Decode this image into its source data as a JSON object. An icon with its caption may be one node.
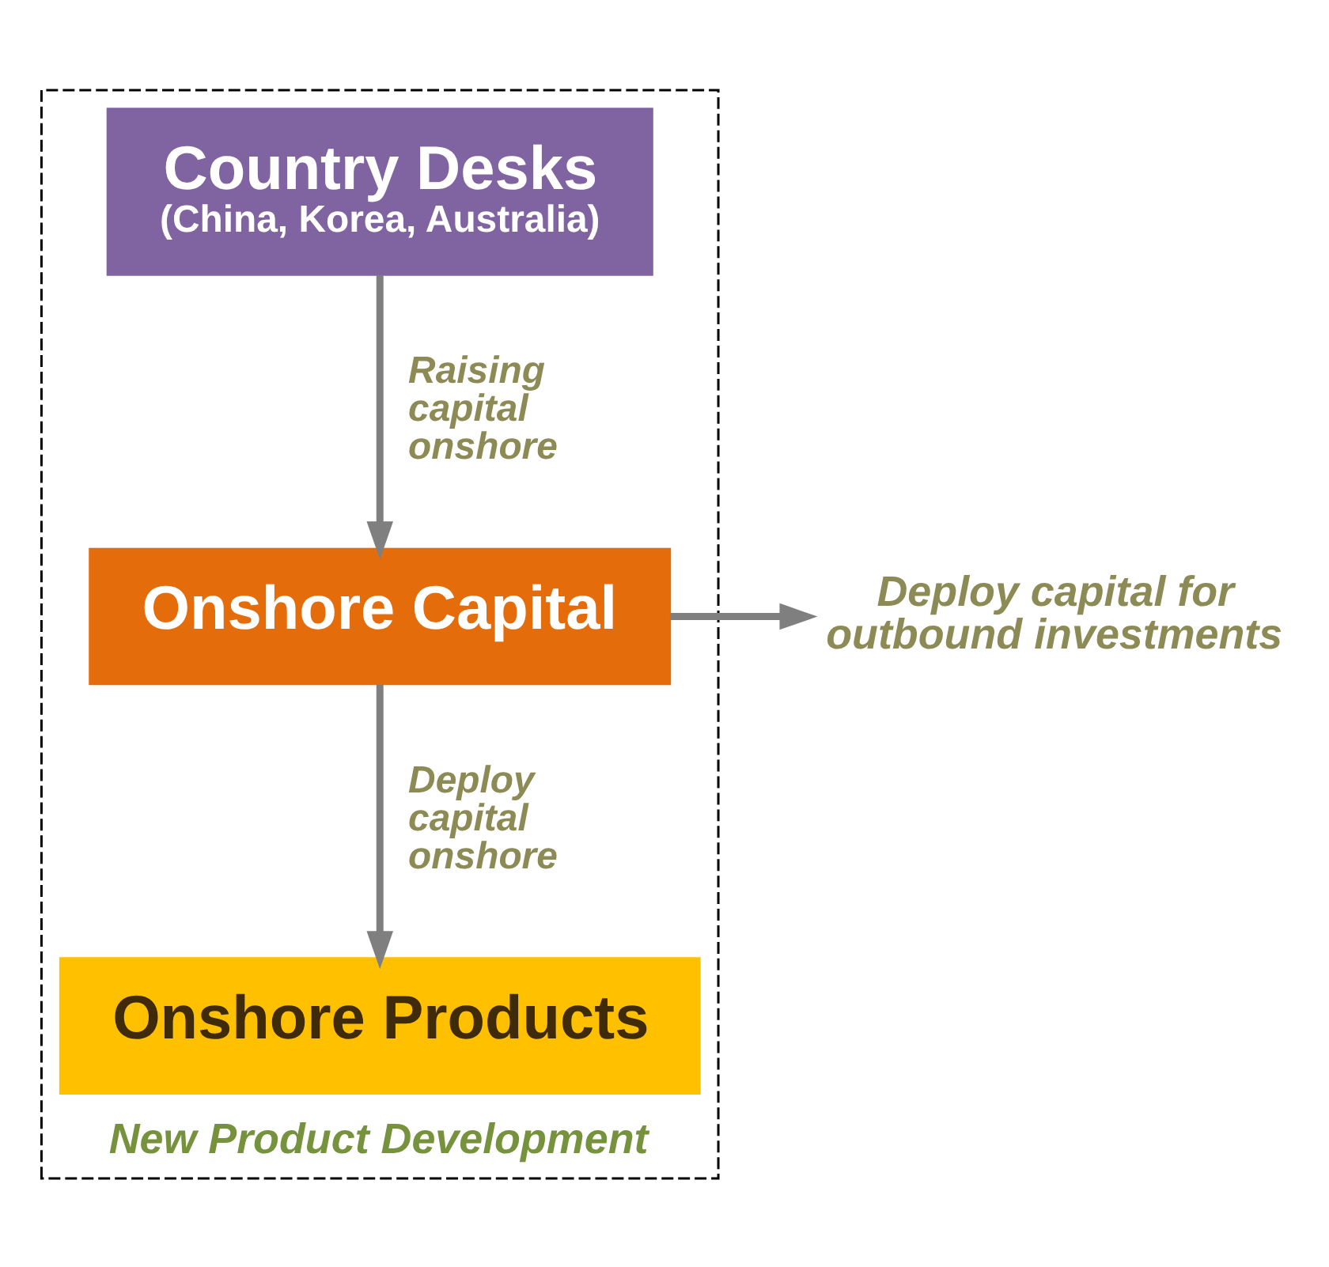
{
  "diagram": {
    "nodes": [
      {
        "text": [
          "New Product Development"
        ]
      },
      {
        "text": [
          "Country Desks",
          "(China, Korea, Australia)"
        ],
        "in": 0
      },
      {
        "text": [
          "Onshore Capital"
        ],
        "in": 0
      },
      {
        "text": [
          "Onshore Products"
        ],
        "in": 0
      },
      {
        "text": [
          "Deploy capital for outbound investments"
        ]
      }
    ],
    "edges": [
      {
        "from": 1,
        "to": 2,
        "arrow": "to",
        "label": "Raising capital onshore"
      },
      {
        "from": 2,
        "to": 3,
        "arrow": "to",
        "label": "Deploy capital onshore"
      },
      {
        "from": 2,
        "to": 4,
        "arrow": "to"
      }
    ]
  }
}
